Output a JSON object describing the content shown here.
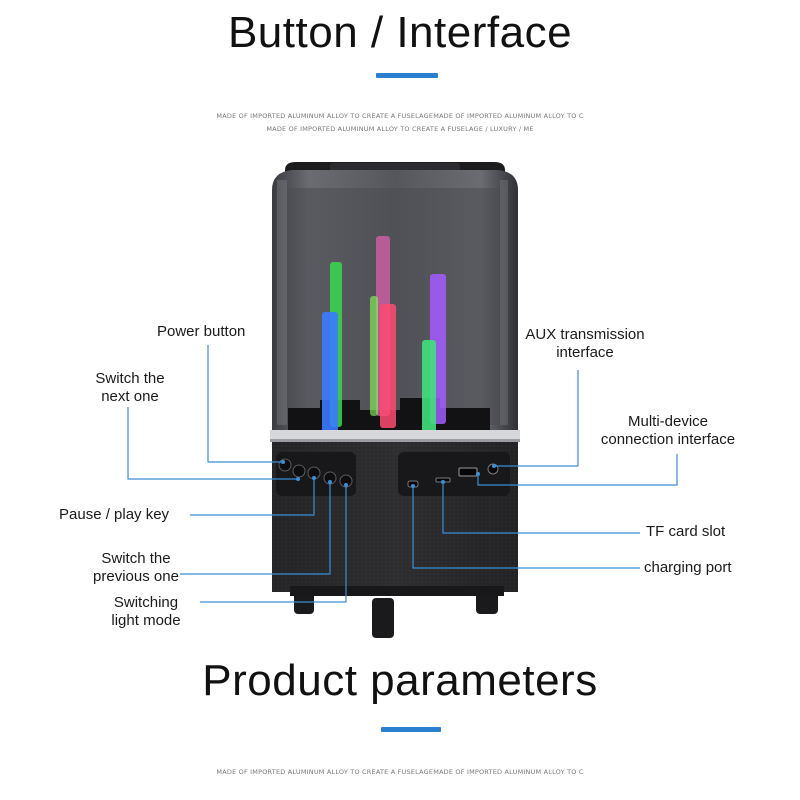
{
  "header": {
    "title": "Button / Interface",
    "tagline_1": "MADE OF IMPORTED ALUMINUM ALLOY TO CREATE A FUSELAGEMADE OF IMPORTED ALUMINUM ALLOY TO C",
    "tagline_2": "MADE OF IMPORTED ALUMINUM ALLOY TO CREATE A FUSELAGE / LUXURY / ME"
  },
  "left_labels": {
    "power_button": "Power button",
    "switch_next_1": "Switch the",
    "switch_next_2": "next one",
    "pause_play": "Pause / play key",
    "switch_prev_1": "Switch the",
    "switch_prev_2": "previous one",
    "light_mode_1": "Switching",
    "light_mode_2": "light mode"
  },
  "right_labels": {
    "aux_1": "AUX transmission",
    "aux_2": "interface",
    "multi_1": "Multi-device",
    "multi_2": "connection interface",
    "tf_card": "TF card slot",
    "charging": "charging port"
  },
  "footer": {
    "title": "Product parameters",
    "tagline": "MADE OF IMPORTED ALUMINUM ALLOY TO CREATE A FUSELAGEMADE OF IMPORTED ALUMINUM ALLOY TO C"
  },
  "colors": {
    "accent": "#2b7fd0",
    "callout_line": "#3a8fd6",
    "speaker_body": "#2a2a2c"
  },
  "light_tubes": [
    {
      "color": "#4cff6a"
    },
    {
      "color": "#3a8bff"
    },
    {
      "color": "#ff5ab8"
    },
    {
      "color": "#c46bff"
    },
    {
      "color": "#ff4a6a"
    },
    {
      "color": "#4cff8a"
    },
    {
      "color": "#a06bff"
    }
  ]
}
